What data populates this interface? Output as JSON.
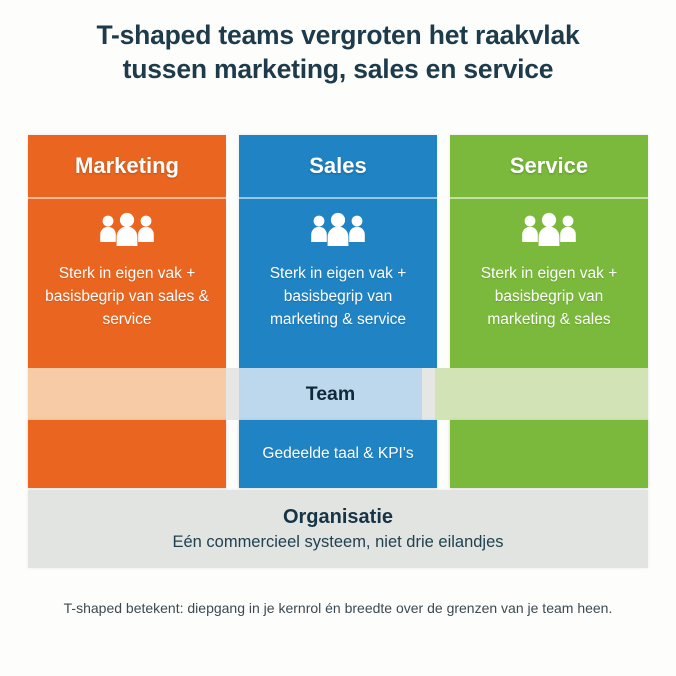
{
  "title": {
    "line1": "T-shaped teams vergroten het raakvlak",
    "line2": "tussen marketing, sales en service",
    "color": "#1d3b4b"
  },
  "columns": [
    {
      "id": "marketing",
      "header": "Marketing",
      "icon": "people-group-icon",
      "description": "Sterk in eigen vak + basisbegrip van sales & service",
      "color": "#ea6620",
      "tint": "#f6cba6"
    },
    {
      "id": "sales",
      "header": "Sales",
      "icon": "people-group-icon",
      "description": "Sterk in eigen vak + basisbegrip van marketing & service",
      "color": "#1f83c4",
      "tint": "#bdd8ec"
    },
    {
      "id": "service",
      "header": "Service",
      "icon": "people-group-icon",
      "description": "Sterk in eigen vak + basisbegrip van marketing & sales",
      "color": "#7ab93b",
      "tint": "#d2e4b6"
    }
  ],
  "team_band": {
    "label": "Team",
    "label_color": "#10293a",
    "gap_color": "#e6e6e4"
  },
  "subrow": {
    "sales_text": "Gedeelde taal & KPI's"
  },
  "organisation": {
    "title": "Organisatie",
    "subtitle": "Eén commercieel systeem, niet drie eilandjes",
    "background": "#e2e4e1"
  },
  "footer": {
    "text": "T-shaped betekent: diepgang in je kernrol én breedte over de grenzen van je team heen."
  }
}
